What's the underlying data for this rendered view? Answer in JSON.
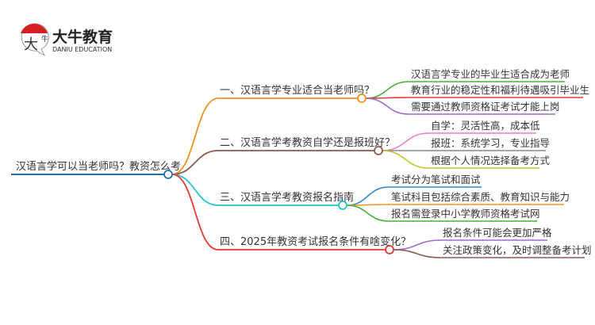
{
  "logo": {
    "name_cn": "大牛教育",
    "name_en": "DANIU EDUCATION",
    "mark": "大牛"
  },
  "root": {
    "label": "汉语言学可以当老师吗？教资怎么考",
    "color": "#1f6fb5"
  },
  "branches": [
    {
      "label": "一、汉语言学专业适合当老师吗？",
      "color": "#f39122",
      "leaves": [
        {
          "label": "汉语言学专业的毕业生适合成为老师",
          "color": "#4caf3a"
        },
        {
          "label": "教育行业的稳定性和福利待遇吸引毕业生",
          "color": "#e53935"
        },
        {
          "label": "需要通过教师资格证考试才能上岗",
          "color": "#9c6ad0"
        }
      ]
    },
    {
      "label": "二、汉语言学考教资自学还是报班好？",
      "color": "#8d5a4e",
      "leaves": [
        {
          "label": "自学：灵活性高，成本低",
          "color": "#e87fcf"
        },
        {
          "label": "报班：系统学习，专业指导",
          "color": "#888888"
        },
        {
          "label": "根据个人情况选择备考方式",
          "color": "#c4c22e"
        }
      ]
    },
    {
      "label": "三、汉语言学考教资报名指南",
      "color": "#26c0d3",
      "leaves": [
        {
          "label": "考试分为笔试和面试",
          "color": "#2f86c9"
        },
        {
          "label": "笔试科目包括综合素质、教育知识与能力",
          "color": "#f39122"
        },
        {
          "label": "报名需登录中小学教师资格考试网",
          "color": "#4caf3a"
        }
      ]
    },
    {
      "label": "四、2025年教资考试报名条件有啥变化？",
      "color": "#e53935",
      "leaves": [
        {
          "label": "报名条件可能会更加严格",
          "color": "#9c6ad0"
        },
        {
          "label": "关注政策变化，及时调整备考计划",
          "color": "#8d5a4e"
        }
      ]
    }
  ]
}
